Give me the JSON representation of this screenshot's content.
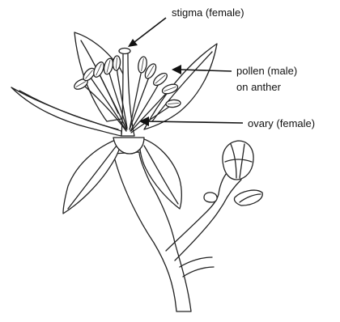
{
  "labels": {
    "stigma": "stigma (female)",
    "pollen_line1": "pollen (male)",
    "pollen_line2": "on anther",
    "ovary": "ovary (female)"
  }
}
